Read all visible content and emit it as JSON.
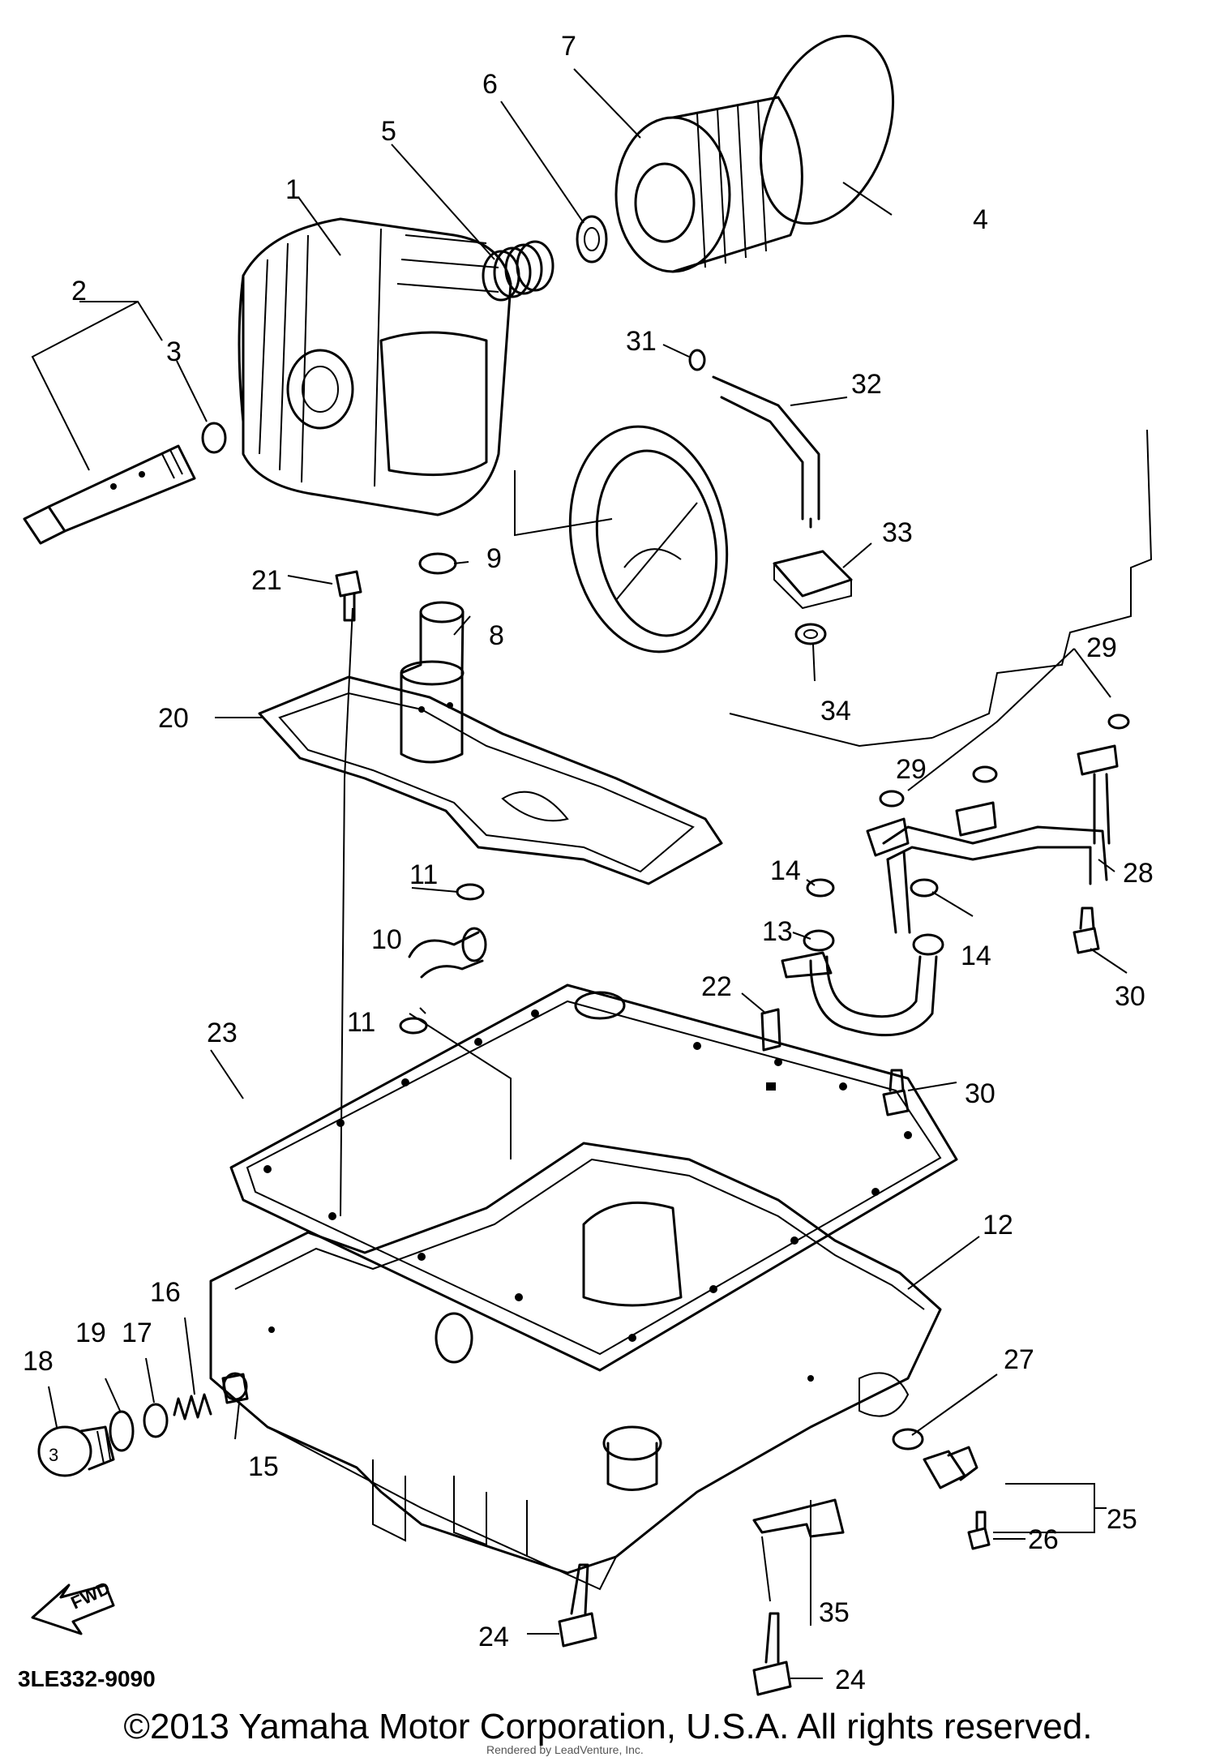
{
  "callouts": [
    {
      "id": "1",
      "text": "1"
    },
    {
      "id": "2",
      "text": "2"
    },
    {
      "id": "3",
      "text": "3"
    },
    {
      "id": "4",
      "text": "4"
    },
    {
      "id": "5",
      "text": "5"
    },
    {
      "id": "6",
      "text": "6"
    },
    {
      "id": "7",
      "text": "7"
    },
    {
      "id": "8",
      "text": "8"
    },
    {
      "id": "9",
      "text": "9"
    },
    {
      "id": "10",
      "text": "10"
    },
    {
      "id": "11a",
      "text": "11"
    },
    {
      "id": "11b",
      "text": "11"
    },
    {
      "id": "12",
      "text": "12"
    },
    {
      "id": "13",
      "text": "13"
    },
    {
      "id": "14a",
      "text": "14"
    },
    {
      "id": "14b",
      "text": "14"
    },
    {
      "id": "15",
      "text": "15"
    },
    {
      "id": "16",
      "text": "16"
    },
    {
      "id": "17",
      "text": "17"
    },
    {
      "id": "18",
      "text": "18"
    },
    {
      "id": "19",
      "text": "19"
    },
    {
      "id": "20",
      "text": "20"
    },
    {
      "id": "21",
      "text": "21"
    },
    {
      "id": "22",
      "text": "22"
    },
    {
      "id": "23",
      "text": "23"
    },
    {
      "id": "24a",
      "text": "24"
    },
    {
      "id": "24b",
      "text": "24"
    },
    {
      "id": "25",
      "text": "25"
    },
    {
      "id": "26",
      "text": "26"
    },
    {
      "id": "27",
      "text": "27"
    },
    {
      "id": "28",
      "text": "28"
    },
    {
      "id": "29a",
      "text": "29"
    },
    {
      "id": "29b",
      "text": "29"
    },
    {
      "id": "30a",
      "text": "30"
    },
    {
      "id": "30b",
      "text": "30"
    },
    {
      "id": "31",
      "text": "31"
    },
    {
      "id": "32",
      "text": "32"
    },
    {
      "id": "33",
      "text": "33"
    },
    {
      "id": "34",
      "text": "34"
    },
    {
      "id": "35",
      "text": "35"
    }
  ],
  "part_3_stamp": "3",
  "fwd_arrow_label": "FWD",
  "catalog_code": "3LE332-9090",
  "copyright": "©2013 Yamaha Motor Corporation, U.S.A. All rights reserved.",
  "watermark_subtext": "Rendered by LeadVenture, Inc."
}
